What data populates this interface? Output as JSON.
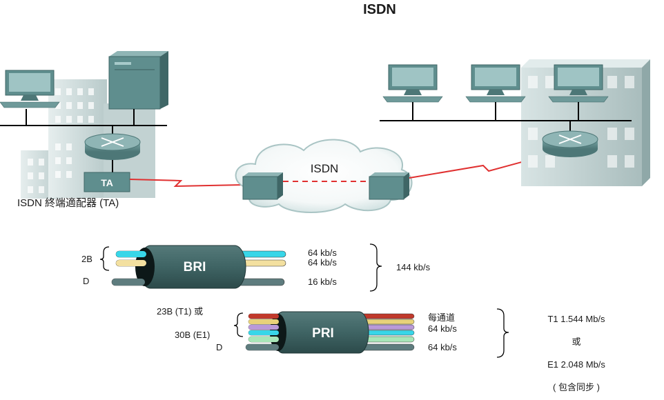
{
  "title": "ISDN",
  "network": {
    "cloud_label": "ISDN",
    "ta_box_label": "TA",
    "ta_caption": "ISDN 終端適配器 (TA)"
  },
  "bri": {
    "cable_label": "BRI",
    "group_label": "2B",
    "d_label": "D",
    "channel_rates": [
      "64 kb/s",
      "64 kb/s",
      "16 kb/s"
    ],
    "total": "144 kb/s",
    "wire_colors": [
      "#38d6e8",
      "#f3e0a0",
      "#5e7c7e"
    ]
  },
  "pri": {
    "cable_label": "PRI",
    "group_label_t1": "23B (T1) 或",
    "group_label_e1": "30B (E1)",
    "d_label": "D",
    "rate_line_1": "每通道",
    "rate_line_2": "64 kb/s",
    "rate_line_3": "64 kb/s",
    "total_t1": "T1 1.544 Mb/s",
    "or_label": "或",
    "total_e1": "E1 2.048 Mb/s",
    "sync_note": "( 包含同步 )",
    "wire_colors": [
      "#c0392b",
      "#e8d27a",
      "#b99ad8",
      "#38d6e8",
      "#a8e6b8",
      "#5e7c7e"
    ]
  },
  "colors": {
    "device_teal": "#5f8e8e",
    "building": "#c9d7d7",
    "wan_link": "#e03030",
    "cable_body": "#3f6464"
  }
}
